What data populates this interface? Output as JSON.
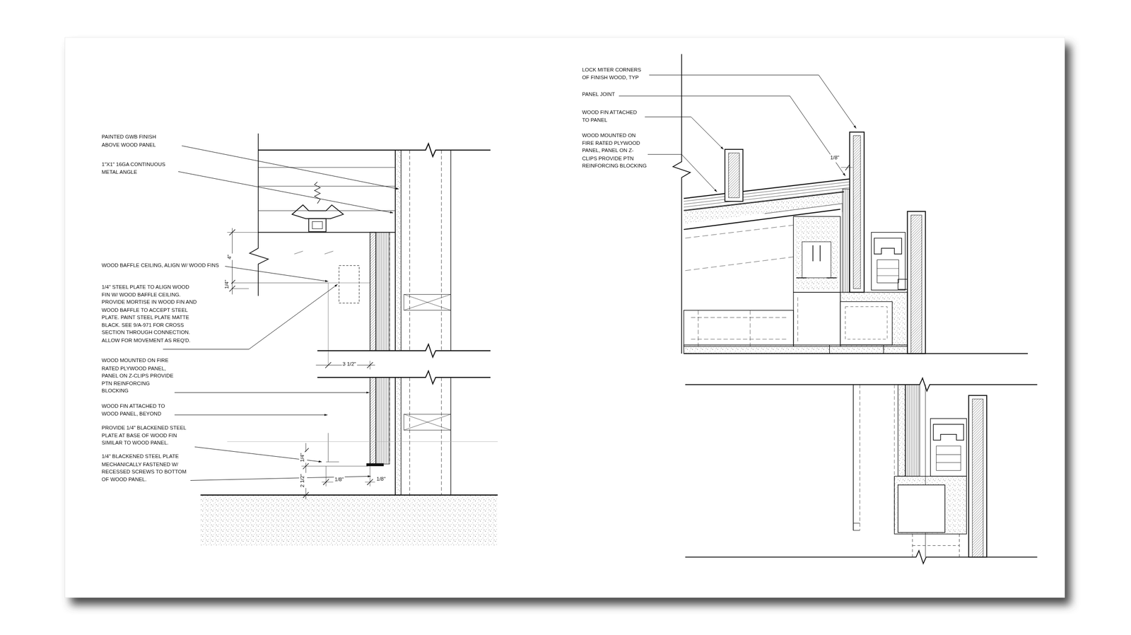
{
  "diagram": {
    "labels": [
      "PAINTED GWB FINISH ABOVE WOOD PANEL",
      "1\"X1\" 16GA CONTINUOUS METAL ANGLE",
      "4\"",
      "1/4\"",
      "WOOD BAFFLE CEILING, ALIGN W/ WOOD FINS",
      "1/4\" STEEL PLATE TO ALIGN WOOD FIN W/ WOOD BAFFLE CEILING. PROVIDE MORTISE IN WOOD FIN AND WOOD BAFFLE TO ACCEPT STEEL PLATE. PAINT STEEL PLATE MATTE BLACK. SEE 9/A-971 FOR CROSS SECTION THROUGH CONNECTION. ALLOW FOR MOVEMENT AS REQ'D.",
      "3 1/2\"",
      "WOOD MOUNTED ON FIRE RATED PLYWOOD PANEL, PANEL ON Z-CLIPS PROVIDE PTN REINFORCING BLOCKING",
      "WOOD FIN ATTACHED TO WOOD PANEL, BEYOND",
      "PROVIDE 1/4\" BLACKENED STEEL PLATE AT BASE OF WOOD FIN SIMILAR TO WOOD PANEL.",
      "1/4\"",
      "1/4\" BLACKENED STEEL PLATE MECHANICALLY FASTENED W/ RECESSED SCREWS TO BOTTOM OF WOOD PANEL.",
      "2 1/2\"",
      "1/8\"",
      "1/8\"",
      "LOCK MITER CORNERS OF FINISH WOOD, TYP",
      "PANEL JOINT",
      "WOOD FIN ATTACHED TO PANEL",
      "WOOD MOUNTED ON FIRE RATED PLYWOOD PANEL, PANEL ON Z-CLIPS PROVIDE PTN REINFORCING BLOCKING",
      "1/8\""
    ]
  }
}
